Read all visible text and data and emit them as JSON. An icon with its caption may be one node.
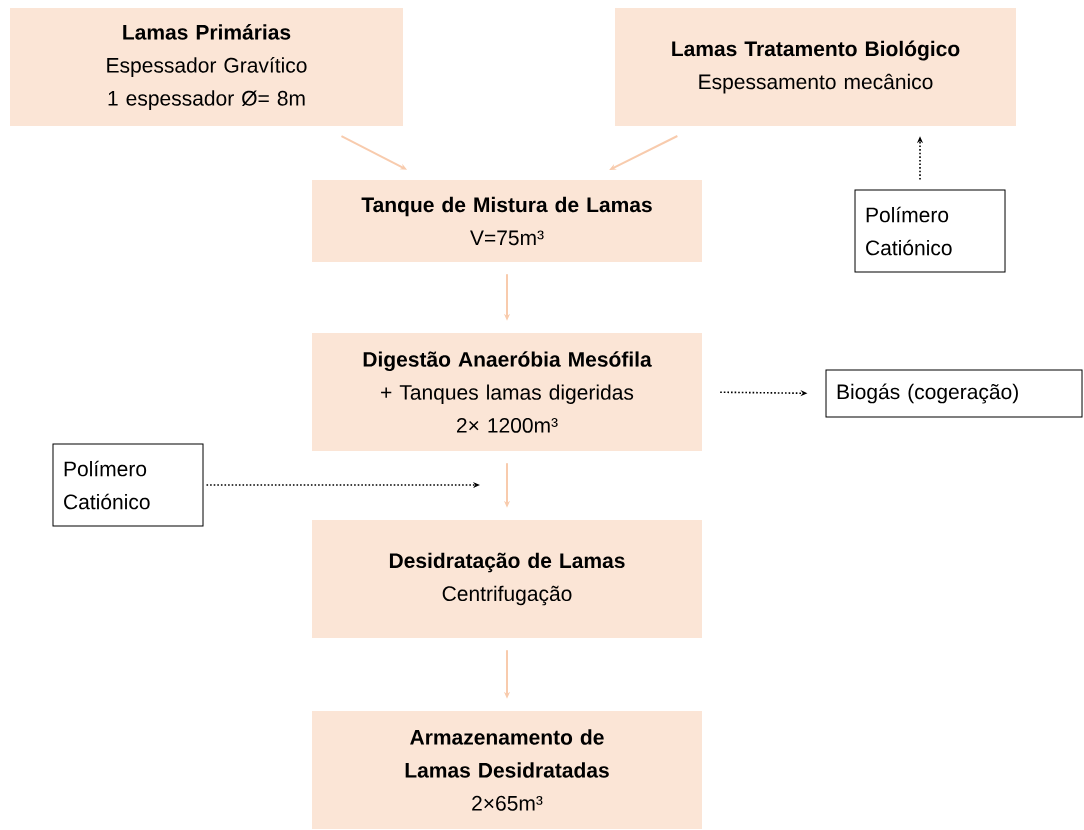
{
  "diagram": {
    "nodes": [
      {
        "text": [
          "Lamas Primárias",
          "Espessador Gravítico",
          "1 espessador Ø= 8m"
        ]
      },
      {
        "text": [
          "Lamas Tratamento Biológico",
          "Espessamento mecânico"
        ]
      },
      {
        "text": [
          "Tanque de Mistura de Lamas",
          "V=75m³"
        ]
      },
      {
        "text": [
          "Polímero Catiónico"
        ]
      },
      {
        "text": [
          "Digestão Anaeróbia Mesófila",
          "+ Tanques lamas digeridas",
          "2× 1200m³"
        ]
      },
      {
        "text": [
          "Biogás (cogeração)"
        ]
      },
      {
        "text": [
          "Polímero Catiónico"
        ]
      },
      {
        "text": [
          "Desidratação de Lamas",
          "Centrifugação"
        ]
      },
      {
        "text": [
          "Armazenamento de Lamas Desidratadas",
          "2×65m³"
        ]
      }
    ],
    "edges": [
      {
        "from": 0,
        "to": 2,
        "arrow": "to"
      },
      {
        "from": 1,
        "to": 2,
        "arrow": "to"
      },
      {
        "from": 3,
        "to": 1,
        "arrow": "to",
        "style": "dashed",
        "color": "#000000"
      },
      {
        "from": 2,
        "to": 4,
        "arrow": "to"
      },
      {
        "from": 4,
        "to": 5,
        "arrow": "to",
        "style": "dashed",
        "color": "#000000"
      },
      {
        "from": 6,
        "to": null,
        "arrow": "to",
        "style": "dashed",
        "color": "#000000"
      },
      {
        "from": 4,
        "to": 7,
        "arrow": "to"
      },
      {
        "from": 7,
        "to": 8,
        "arrow": "to"
      }
    ]
  }
}
